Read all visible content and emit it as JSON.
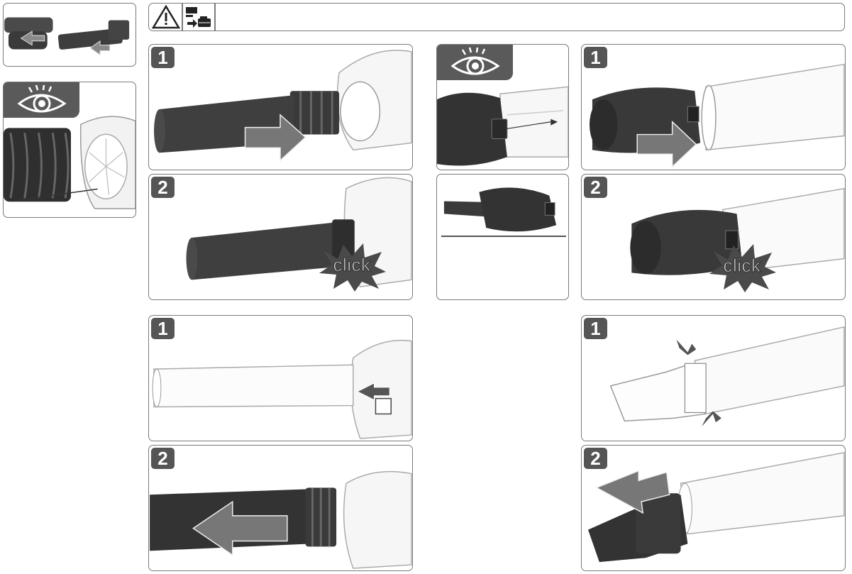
{
  "header": {
    "icons": [
      "warning-triangle-icon",
      "battery-remove-icon"
    ]
  },
  "panels": {
    "top_left_1_step": "1",
    "top_left_2_step": "2",
    "top_right_1_step": "1",
    "top_right_2_step": "2",
    "bottom_left_1_step": "1",
    "bottom_left_2_step": "2",
    "bottom_right_1_step": "1",
    "bottom_right_2_step": "2"
  },
  "click_labels": {
    "left": "click",
    "right": "click"
  },
  "colors": {
    "frame": "#7a7a7a",
    "badge": "#555555",
    "tube_dark": "#3c3c3c",
    "arrow_gray": "#6d6d6d"
  }
}
